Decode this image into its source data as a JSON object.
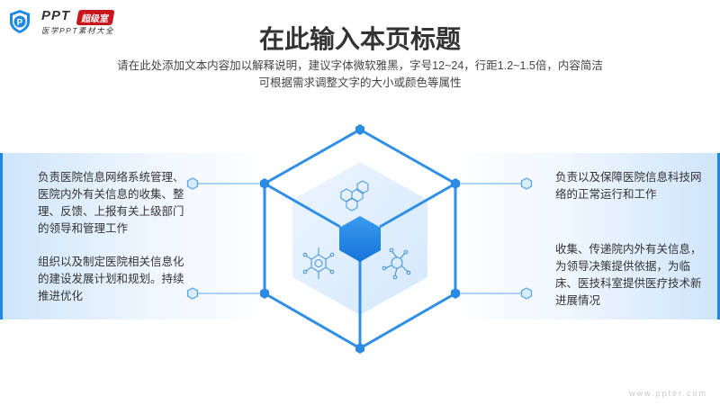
{
  "logo": {
    "brand": "PPT",
    "tag": "超级室",
    "sub": "医学PPT素材大全"
  },
  "header": {
    "title": "在此输入本页标题",
    "subtitle_lines": [
      "请在此处添加文本内容加以解释说明，建议字体微软雅黑，字号12~24，行距1.2~1.5倍，内容简洁",
      "可根据需求调整文字的大小或颜色等属性"
    ]
  },
  "items": {
    "left_top": "负责医院信息网络系统管理、医院内外有关信息的收集、整理、反馈、上报有关上级部门的领导和管理工作",
    "left_bottom": "组织以及制定医院相关信息化的建设发展计划和规划。持续推进优化",
    "right_top": "负责以及保障医院信息科技网络的正常运行和工作",
    "right_bottom": "收集、传递院内外有关信息，为领导决策提供依据，为临床、医技科室提供医疗技术新进展情况"
  },
  "watermark": "www.ppter.com",
  "colors": {
    "accent": "#1e88e5",
    "light": "#d6eafc",
    "text": "#333333"
  }
}
